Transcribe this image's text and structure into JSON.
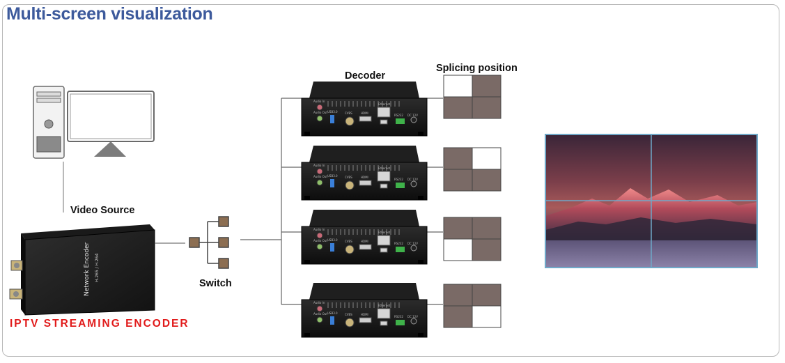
{
  "title": "Multi-screen visualization",
  "labels": {
    "video_source": "Video Source",
    "switch": "Switch",
    "decoder": "Decoder",
    "splicing_position": "Splicing position",
    "encoder_caption": "IPTV STREAMING ENCODER"
  },
  "encoder_device": {
    "name": "Network Encoder",
    "codec": "H.265 / H.264"
  },
  "decoder_ports": {
    "audio_in": "Audio In",
    "audio_out": "Audio Out",
    "usb": "USB3.0",
    "cvbs": "CVBS",
    "hdmi": "HDMI",
    "ethernet": "Ethernet",
    "rs232": "RS232",
    "dc": "DC 12V"
  },
  "splicing_grids": [
    {
      "highlight": "top-left"
    },
    {
      "highlight": "top-right"
    },
    {
      "highlight": "bottom-left"
    },
    {
      "highlight": "bottom-right"
    }
  ],
  "colors": {
    "title": "#3d5a9c",
    "caption": "#e11a1a",
    "grid_fill": "#7a6a66",
    "grid_highlight": "#ffffff",
    "wall_border": "#6fa8c8"
  }
}
